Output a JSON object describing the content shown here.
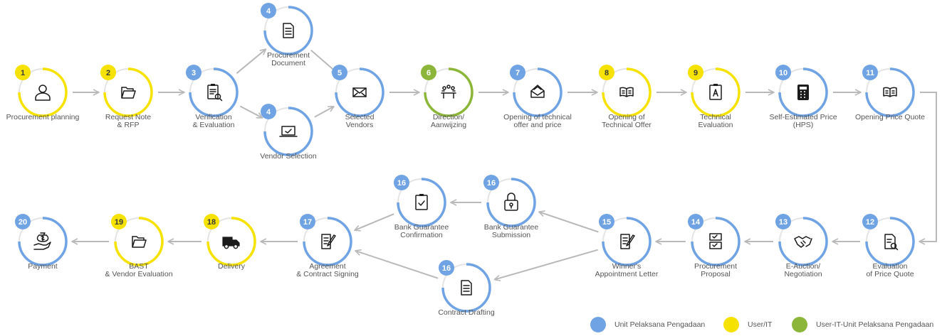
{
  "colors": {
    "blue": "#6fa3e4",
    "yellow": "#f5e200",
    "green": "#8bb63a",
    "arrow": "#b9b9b9"
  },
  "legend": [
    {
      "label": "Unit Pelaksana Pengadaan",
      "color": "blue"
    },
    {
      "label": "User/IT",
      "color": "yellow"
    },
    {
      "label": "User-IT-Unit Pelaksana Pengadaan",
      "color": "green"
    }
  ],
  "steps": [
    {
      "num": "1",
      "label": "Procurement planning",
      "color": "yellow",
      "icon": "person-icon"
    },
    {
      "num": "2",
      "label": "Request Note\n& RFP",
      "color": "yellow",
      "icon": "folder-icon"
    },
    {
      "num": "3",
      "label": "Verification\n& Evaluation",
      "color": "blue",
      "icon": "clipboard-search-icon"
    },
    {
      "num": "4",
      "label": "Procurement\nDocument",
      "color": "blue",
      "icon": "document-icon"
    },
    {
      "num": "4",
      "label": "Vendor Selection",
      "color": "blue",
      "icon": "laptop-icon"
    },
    {
      "num": "5",
      "label": "Selected\nVendors",
      "color": "blue",
      "icon": "envelope-icon"
    },
    {
      "num": "6",
      "label": "Direction/\nAanwijzing",
      "color": "green",
      "icon": "meeting-icon"
    },
    {
      "num": "7",
      "label": "Opening of technical\noffer and price",
      "color": "blue",
      "icon": "open-envelope-icon"
    },
    {
      "num": "8",
      "label": "Opening of\nTechnical Offer",
      "color": "yellow",
      "icon": "open-book-icon"
    },
    {
      "num": "9",
      "label": "Technical\nEvaluation",
      "color": "yellow",
      "icon": "clipboard-grade-icon"
    },
    {
      "num": "10",
      "label": "Self-Estimated Price\n(HPS)",
      "color": "blue",
      "icon": "calculator-icon"
    },
    {
      "num": "11",
      "label": "Opening Price Quote",
      "color": "blue",
      "icon": "open-book-icon"
    },
    {
      "num": "12",
      "label": "Evaluation\nof Price Quote",
      "color": "blue",
      "icon": "document-search-icon"
    },
    {
      "num": "13",
      "label": "E-Auction/\nNegotiation",
      "color": "blue",
      "icon": "handshake-icon"
    },
    {
      "num": "14",
      "label": "Procurement\nProposal",
      "color": "blue",
      "icon": "checklist-icon"
    },
    {
      "num": "15",
      "label": "Winner's\nAppointment Letter",
      "color": "blue",
      "icon": "document-pen-icon"
    },
    {
      "num": "16",
      "label": "Bank Guarantee\nSubmission",
      "color": "blue",
      "icon": "padlock-icon"
    },
    {
      "num": "16",
      "label": "Bank Guarantee\nConfirmation",
      "color": "blue",
      "icon": "clipboard-check-icon"
    },
    {
      "num": "16",
      "label": "Contract Drafting",
      "color": "blue",
      "icon": "document-icon"
    },
    {
      "num": "17",
      "label": "Agreement\n& Contract Signing",
      "color": "blue",
      "icon": "document-pen-icon"
    },
    {
      "num": "18",
      "label": "Delivery",
      "color": "yellow",
      "icon": "truck-icon"
    },
    {
      "num": "19",
      "label": "BAST\n& Vendor Evaluation",
      "color": "yellow",
      "icon": "folder-icon"
    },
    {
      "num": "20",
      "label": "Payment",
      "color": "blue",
      "icon": "money-hand-icon"
    }
  ]
}
